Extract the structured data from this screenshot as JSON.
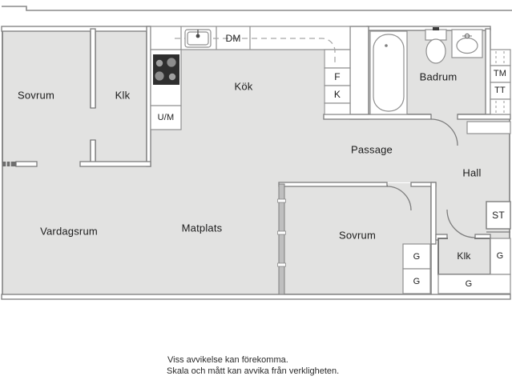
{
  "rooms": {
    "bedroom_top": "Sovrum",
    "closet_top": "Klk",
    "kitchen": "Kök",
    "bathroom": "Badrum",
    "passage": "Passage",
    "hall": "Hall",
    "living_room": "Vardagsrum",
    "dining_area": "Matplats",
    "bedroom_bottom": "Sovrum",
    "closet_hall": "Klk"
  },
  "fixtures": {
    "dishwasher": "DM",
    "fridge": "F",
    "freezer": "K",
    "washer_unit": "U/M",
    "washing_machine": "TM",
    "tumble_dryer": "TT",
    "cleaning_closet": "ST"
  },
  "wardrobes": [
    "G",
    "G",
    "G",
    "G"
  ],
  "footer": {
    "line1": "Viss avvikelse kan förekomma.",
    "line2": "Skala och mått kan avvika från verkligheten."
  },
  "colors": {
    "background": "#ffffff",
    "room_fill": "#e2e2e1",
    "wall_stroke": "#7d7d7d",
    "cell_stroke": "#8f8f8f",
    "stove_fill": "#2f2f2f",
    "text": "#1c1c1c"
  }
}
